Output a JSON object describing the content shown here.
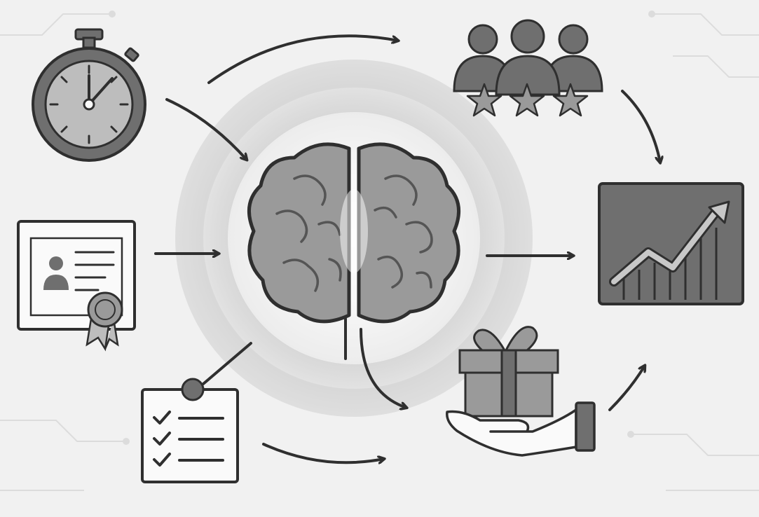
{
  "diagram": {
    "nodes": [
      {
        "id": "stopwatch",
        "icon": "stopwatch-icon"
      },
      {
        "id": "certificate",
        "icon": "certificate-icon"
      },
      {
        "id": "checklist",
        "icon": "checklist-icon"
      },
      {
        "id": "brain",
        "icon": "brain-icon"
      },
      {
        "id": "team",
        "icon": "team-rating-icon"
      },
      {
        "id": "growth-chart",
        "icon": "growth-chart-icon"
      },
      {
        "id": "reward",
        "icon": "gift-hand-icon"
      }
    ],
    "edges": [
      {
        "from": "stopwatch",
        "to": "brain"
      },
      {
        "from": "stopwatch",
        "to": "team"
      },
      {
        "from": "certificate",
        "to": "brain"
      },
      {
        "from": "checklist",
        "to": "brain"
      },
      {
        "from": "checklist",
        "to": "reward"
      },
      {
        "from": "brain",
        "to": "growth-chart"
      },
      {
        "from": "brain",
        "to": "reward"
      },
      {
        "from": "team",
        "to": "growth-chart"
      },
      {
        "from": "reward",
        "to": "growth-chart"
      }
    ],
    "colors": {
      "background": "#f1f1f1",
      "stroke": "#2f2f2f",
      "fill_dark": "#6f6f6f",
      "fill_mid": "#9a9a9a",
      "fill_light": "#bdbdbd",
      "white": "#fafafa"
    }
  }
}
